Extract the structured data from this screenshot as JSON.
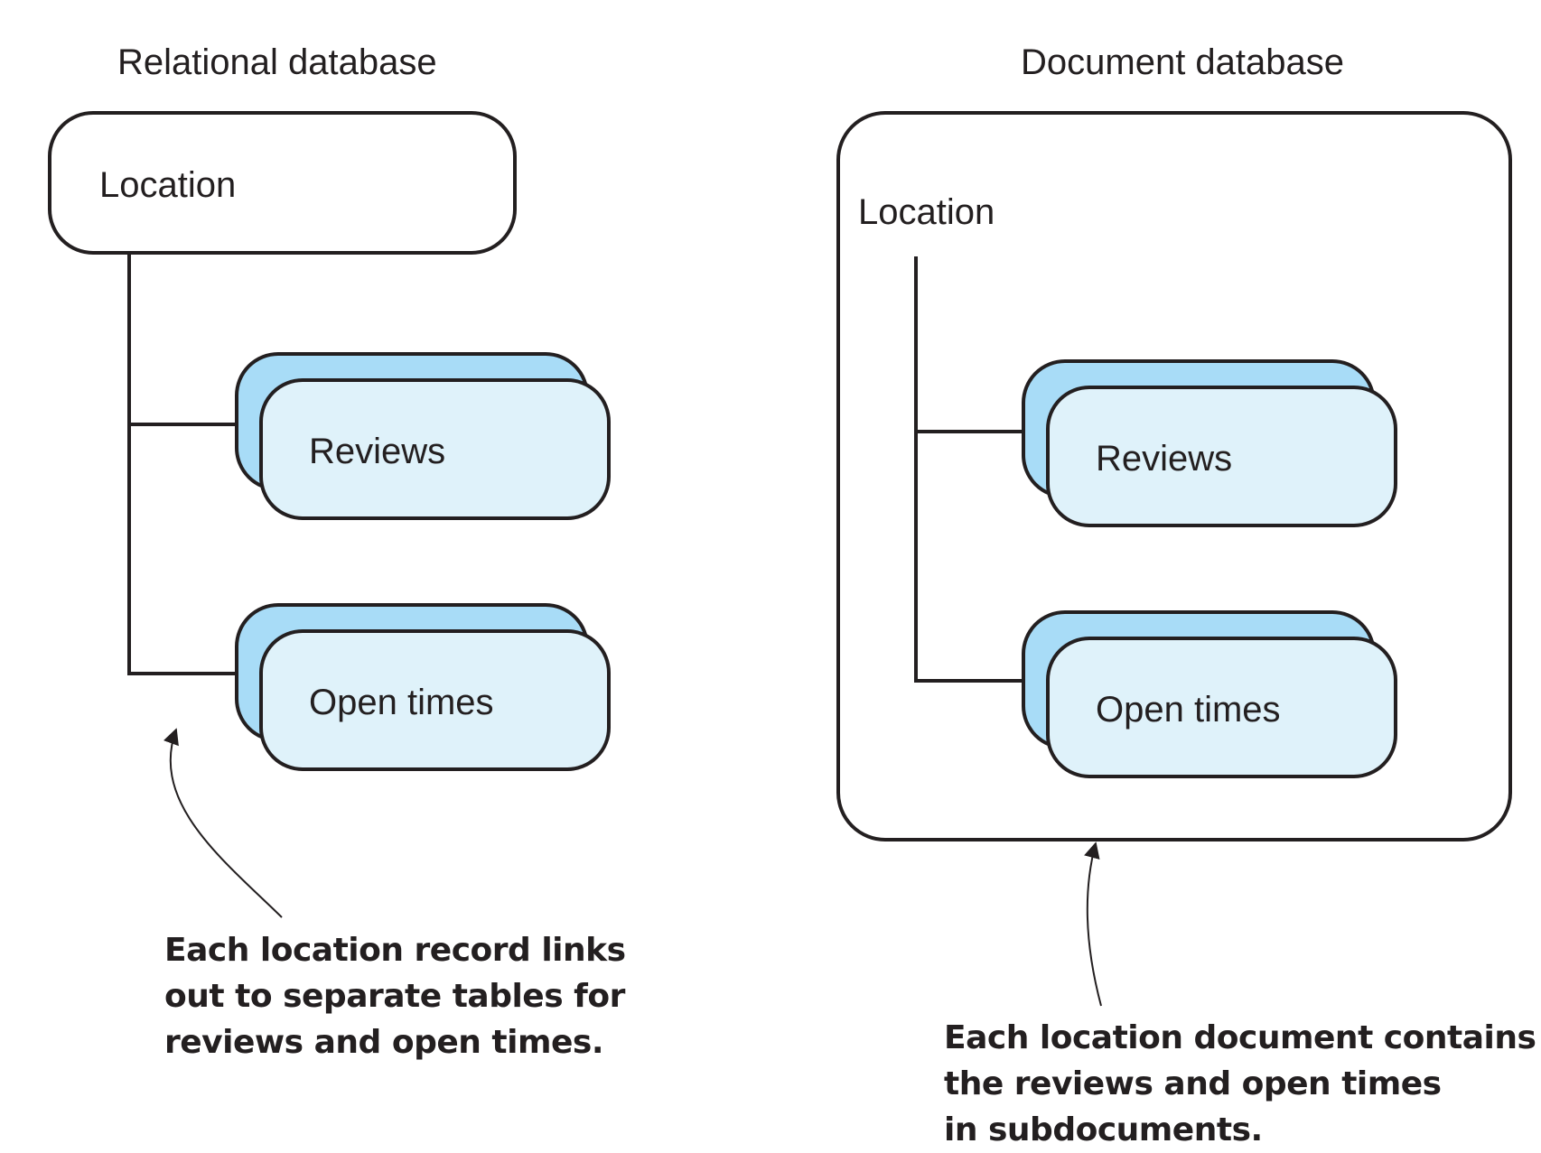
{
  "relational": {
    "heading": "Relational database",
    "location_label": "Location",
    "reviews_label": "Reviews",
    "open_times_label": "Open times",
    "annotation_lines": [
      "Each location record links",
      "out to separate tables for",
      "reviews and open times."
    ]
  },
  "document": {
    "heading": "Document database",
    "location_label": "Location",
    "reviews_label": "Reviews",
    "open_times_label": "Open times",
    "annotation_lines": [
      "Each location document contains",
      "the reviews and open times",
      "in subdocuments."
    ]
  },
  "colors": {
    "stroke": "#231f20",
    "back_card": "#a8dcf7",
    "front_card": "#dff2fa",
    "background": "#ffffff"
  }
}
